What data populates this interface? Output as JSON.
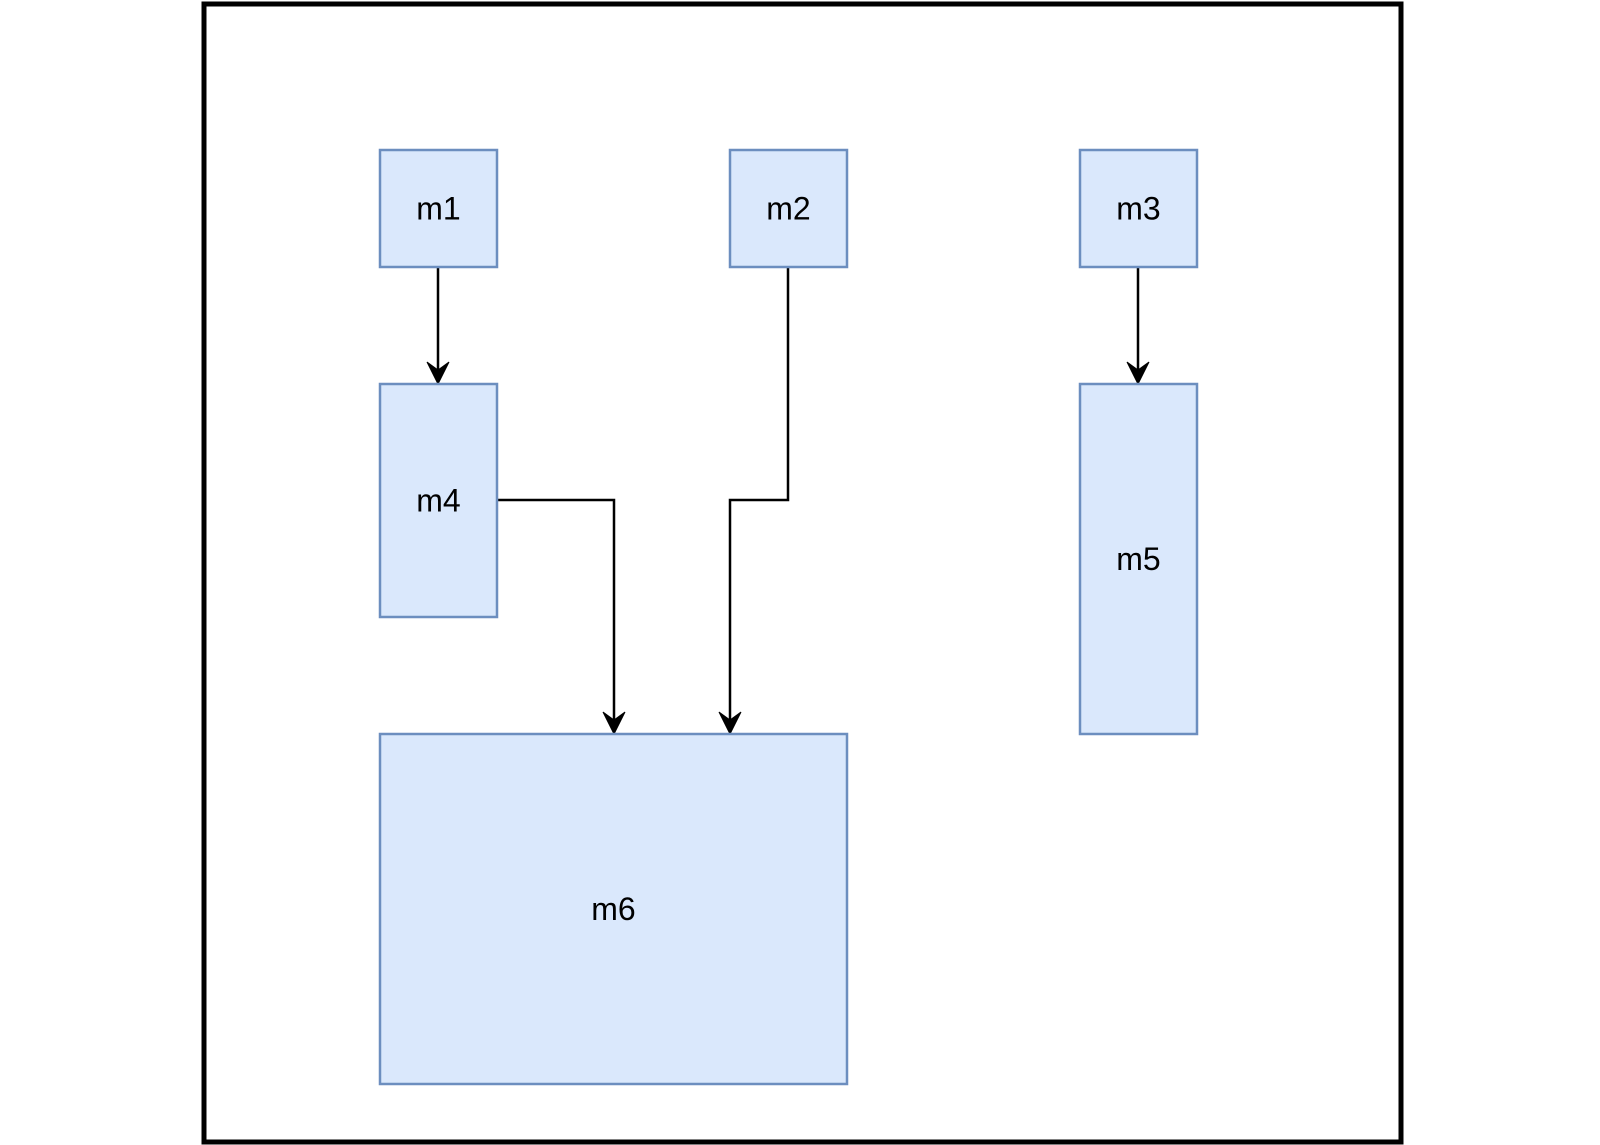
{
  "style": {
    "node_fill": "#dae8fc",
    "node_stroke": "#6c8ebf",
    "edge_color": "#000000",
    "frame_color": "#000000"
  },
  "nodes": [
    {
      "id": "m1",
      "label": "m1"
    },
    {
      "id": "m2",
      "label": "m2"
    },
    {
      "id": "m3",
      "label": "m3"
    },
    {
      "id": "m4",
      "label": "m4"
    },
    {
      "id": "m5",
      "label": "m5"
    },
    {
      "id": "m6",
      "label": "m6"
    }
  ],
  "edges": [
    {
      "from": "m1",
      "to": "m4"
    },
    {
      "from": "m3",
      "to": "m5"
    },
    {
      "from": "m4",
      "to": "m6"
    },
    {
      "from": "m2",
      "to": "m6"
    }
  ]
}
